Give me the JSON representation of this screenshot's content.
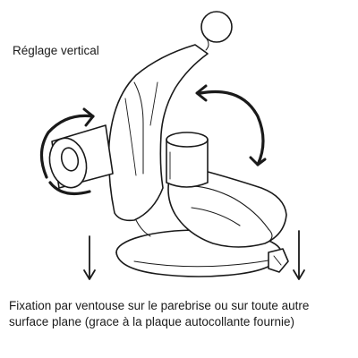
{
  "labels": {
    "vertical_adjust": "Réglage vertical",
    "fixation_line1": "Fixation par ventouse sur le parebrise ou sur toute autre",
    "fixation_line2": "surface plane (grace à la plaque autocollante fournie)"
  },
  "illustration": {
    "subject": "suction-cup-mount",
    "colors": {
      "stroke": "#1a1a1a",
      "fill": "#ffffff",
      "shade": "#e6e6e6"
    }
  }
}
